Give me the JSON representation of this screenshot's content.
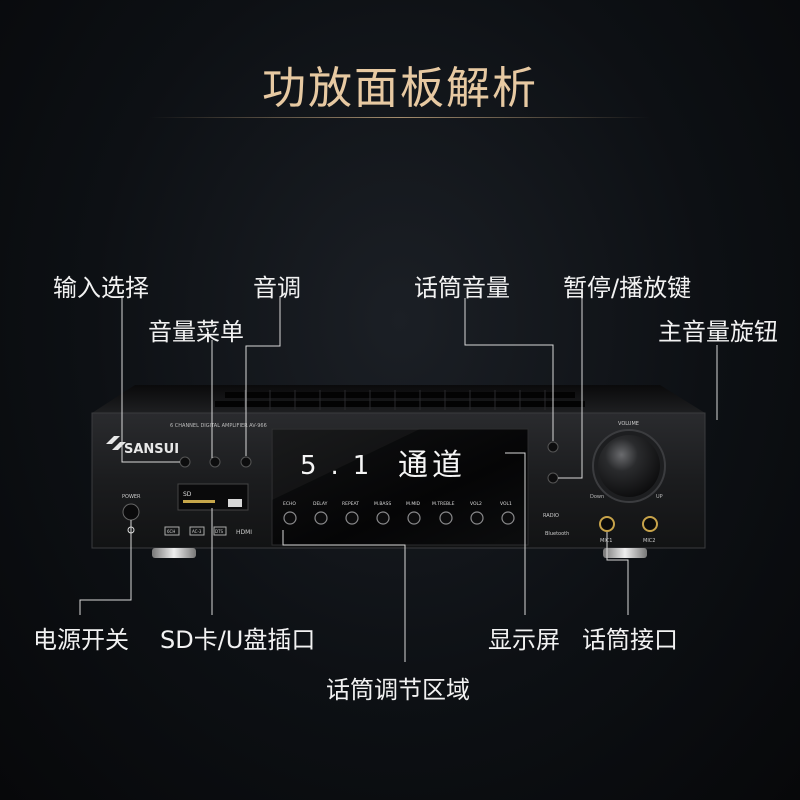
{
  "title": "功放面板解析",
  "labels": {
    "input_select": "输入选择",
    "tone": "音调",
    "volume_menu": "音量菜单",
    "mic_volume": "话筒音量",
    "pause_play": "暂停/播放键",
    "master_knob": "主音量旋钮",
    "power_switch": "电源开关",
    "sd_usb": "SD卡/U盘插口",
    "display": "显示屏",
    "mic_jack": "话筒接口",
    "mic_adjust": "话筒调节区域"
  },
  "device": {
    "brand": "SANSUI",
    "model_line": "6 CHANNEL DIGITAL AMPLIFIER AV-966",
    "display_channel": "5.1",
    "display_text": "通道",
    "power_label": "POWER",
    "volume_label": "VOLUME",
    "mic_knobs": [
      "ECHO",
      "DELAY",
      "REPEAT",
      "M.BASS",
      "M.MID",
      "M.TREBLE",
      "VOL2",
      "VOL1"
    ],
    "badges": [
      "6CH",
      "AC-3",
      "DTS",
      "HDMI"
    ],
    "sd_label": "SD",
    "radio_label": "RADIO",
    "bluetooth_label": "Bluetooth",
    "knob_down": "Down",
    "knob_up": "UP",
    "mic1": "MIC1",
    "mic2": "MIC2"
  },
  "colors": {
    "title": "#e7c9a2",
    "label": "#f2f2f2",
    "panel": "#1a1b1d",
    "display_text": "#f5f5f5"
  }
}
